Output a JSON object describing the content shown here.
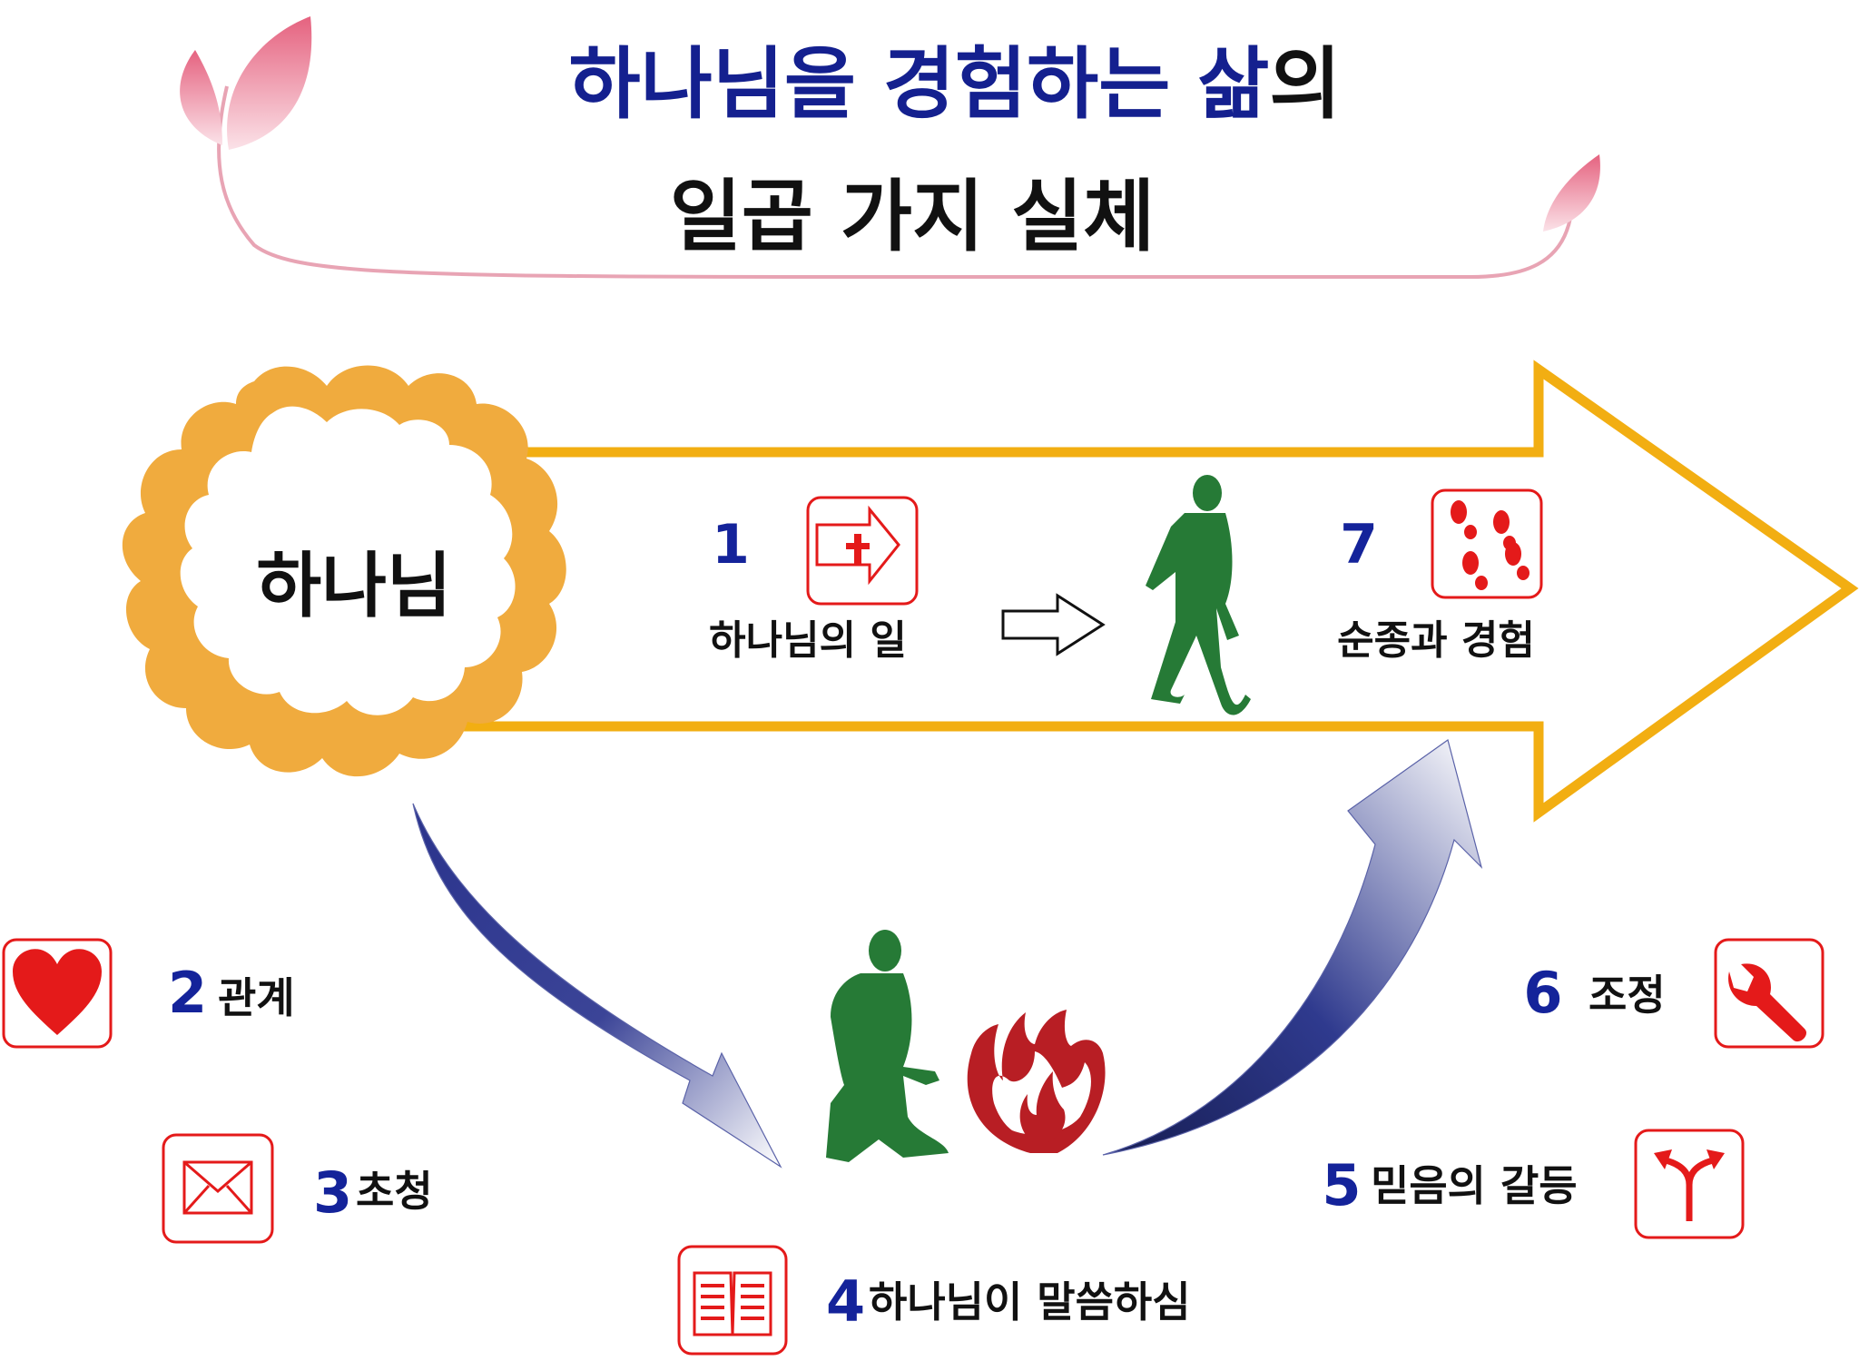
{
  "title": {
    "line1_emph": "하나님을 경험하는 삶",
    "line1_suffix": "의",
    "line2": "일곱 가지 실체"
  },
  "center": {
    "label": "하나님"
  },
  "steps": [
    {
      "number": "1",
      "label": "하나님의 일",
      "icon": "arrow-cross-icon"
    },
    {
      "number": "2",
      "label": "관계",
      "icon": "heart-icon"
    },
    {
      "number": "3",
      "label": "초청",
      "icon": "envelope-icon"
    },
    {
      "number": "4",
      "label": "하나님이 말씀하심",
      "icon": "open-book-icon"
    },
    {
      "number": "5",
      "label": "믿음의 갈등",
      "icon": "fork-arrow-icon"
    },
    {
      "number": "6",
      "label": "조정",
      "icon": "wrench-icon"
    },
    {
      "number": "7",
      "label": "순종과 경험",
      "icon": "footprints-icon"
    }
  ],
  "colors": {
    "title_blue": "#14208f",
    "number_blue": "#14239a",
    "gold": "#f0ab3e",
    "arrow_yellow": "#f2ae12",
    "icon_red": "#e41a1a",
    "figure_green": "#267a36",
    "fire_red": "#b81e24",
    "curve_blue": "#2a338c",
    "leaf_pink": "#e8708a"
  }
}
